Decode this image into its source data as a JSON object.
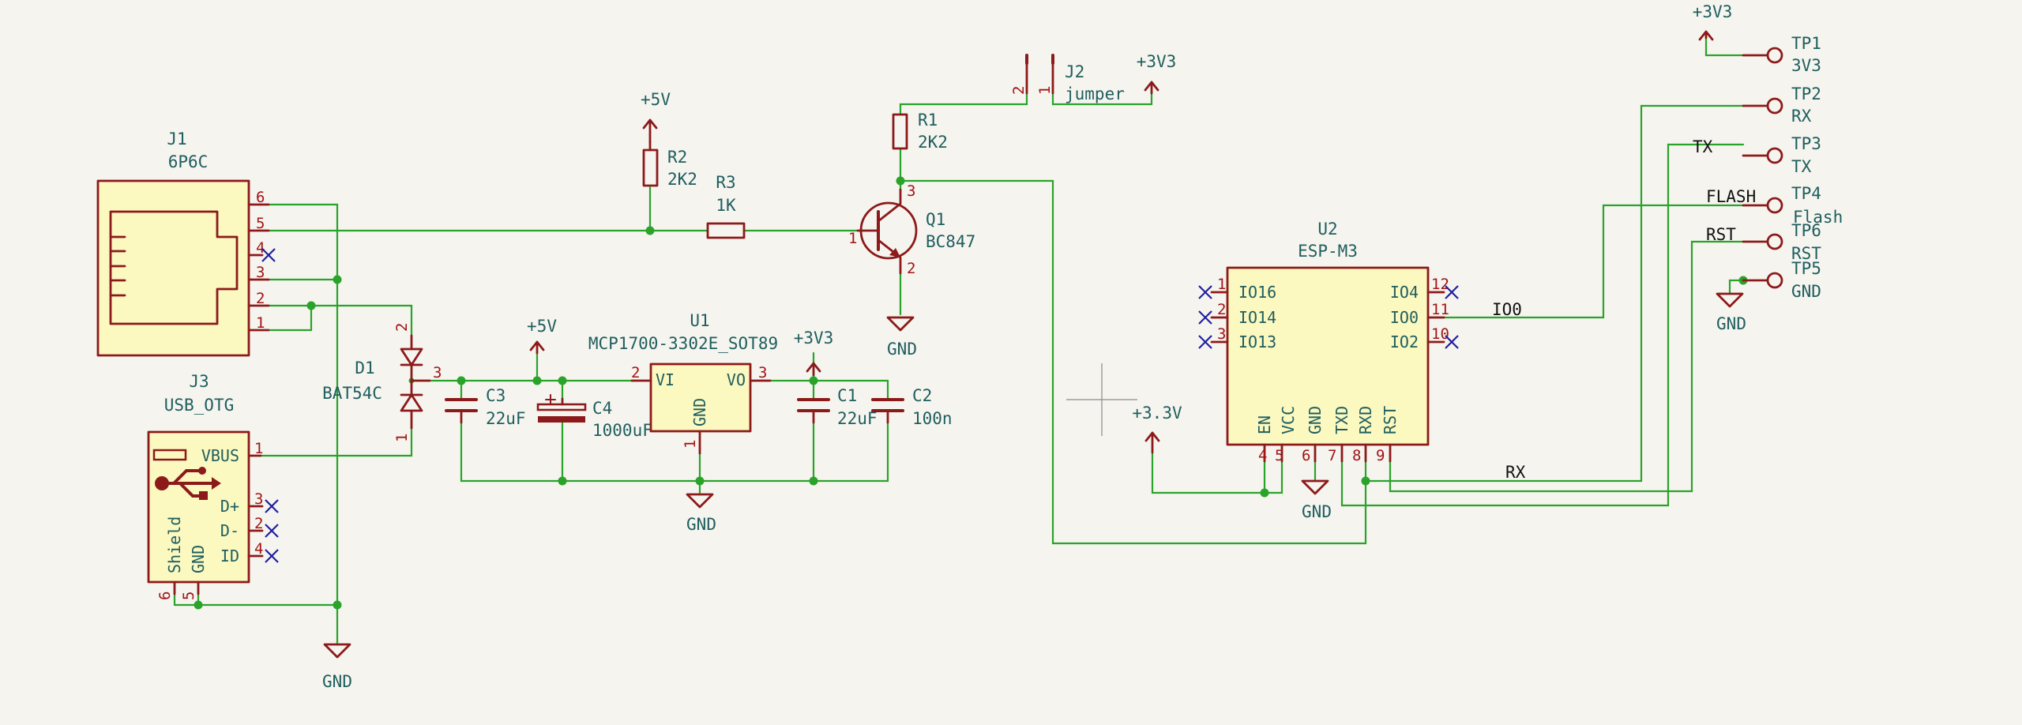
{
  "colors": {
    "background": "#f5f4ef",
    "wire": "#2aa32a",
    "symbol": "#8c1a1a",
    "symbol_fill": "#fbf8c0",
    "label": "#1f5e5e",
    "pin_number": "#a31515",
    "no_connect": "#1f1fa0"
  },
  "power": {
    "p5v_r2": "+5V",
    "p5v_u1": "+5V",
    "p3v3_u1": "+3V3",
    "p3v3_j2": "+3V3",
    "p3v3_tp1": "+3V3",
    "p3v3_u2": "+3.3V",
    "gnd_j1": "GND",
    "gnd_u1": "GND",
    "gnd_q1": "GND",
    "gnd_u2": "GND",
    "gnd_tp5": "GND"
  },
  "nets": {
    "io0": "IO0",
    "tx": "TX",
    "flash": "FLASH",
    "rst": "RST",
    "rx": "RX"
  },
  "components": {
    "j1": {
      "ref": "J1",
      "value": "6P6C",
      "pins": [
        "6",
        "5",
        "4",
        "3",
        "2",
        "1"
      ]
    },
    "j3": {
      "ref": "J3",
      "value": "USB_OTG",
      "pins": {
        "vbus": "VBUS",
        "dp": "D+",
        "dm": "D-",
        "id": "ID",
        "shield": "Shield",
        "gnd": "GND"
      },
      "pin_numbers": {
        "vbus": "1",
        "dp": "3",
        "dm": "2",
        "id": "4",
        "shield": "6",
        "gnd": "5"
      }
    },
    "d1": {
      "ref": "D1",
      "value": "BAT54C",
      "pins": {
        "top": "2",
        "mid": "3",
        "bot": "1"
      }
    },
    "r2": {
      "ref": "R2",
      "value": "2K2"
    },
    "r3": {
      "ref": "R3",
      "value": "1K"
    },
    "r1": {
      "ref": "R1",
      "value": "2K2"
    },
    "q1": {
      "ref": "Q1",
      "value": "BC847",
      "pins": {
        "b": "1",
        "c": "3",
        "e": "2"
      }
    },
    "j2": {
      "ref": "J2",
      "value": "jumper",
      "pins": {
        "left": "2",
        "right": "1"
      }
    },
    "u1": {
      "ref": "U1",
      "value": "MCP1700-3302E_SOT89",
      "pins": {
        "vi": "VI",
        "vo": "VO",
        "gnd": "GND"
      },
      "pin_numbers": {
        "vi": "2",
        "vo": "3",
        "gnd": "1"
      }
    },
    "c3": {
      "ref": "C3",
      "value": "22uF"
    },
    "c4": {
      "ref": "C4",
      "value": "1000uF"
    },
    "c1": {
      "ref": "C1",
      "value": "22uF"
    },
    "c2": {
      "ref": "C2",
      "value": "100n"
    },
    "u2": {
      "ref": "U2",
      "value": "ESP-M3",
      "left_pins": [
        {
          "num": "1",
          "name": "IO16"
        },
        {
          "num": "2",
          "name": "IO14"
        },
        {
          "num": "3",
          "name": "IO13"
        }
      ],
      "right_pins": [
        {
          "num": "12",
          "name": "IO4"
        },
        {
          "num": "11",
          "name": "IO0"
        },
        {
          "num": "10",
          "name": "IO2"
        }
      ],
      "bottom_pins": [
        {
          "num": "4",
          "name": "EN"
        },
        {
          "num": "5",
          "name": "VCC"
        },
        {
          "num": "6",
          "name": "GND"
        },
        {
          "num": "7",
          "name": "TXD"
        },
        {
          "num": "8",
          "name": "RXD"
        },
        {
          "num": "9",
          "name": "RST"
        }
      ]
    },
    "tp1": {
      "ref": "TP1",
      "value": "3V3"
    },
    "tp2": {
      "ref": "TP2",
      "value": "RX"
    },
    "tp3": {
      "ref": "TP3",
      "value": "TX"
    },
    "tp4": {
      "ref": "TP4",
      "value": "Flash"
    },
    "tp6": {
      "ref": "TP6",
      "value": "RST"
    },
    "tp5": {
      "ref": "TP5",
      "value": "GND"
    }
  }
}
